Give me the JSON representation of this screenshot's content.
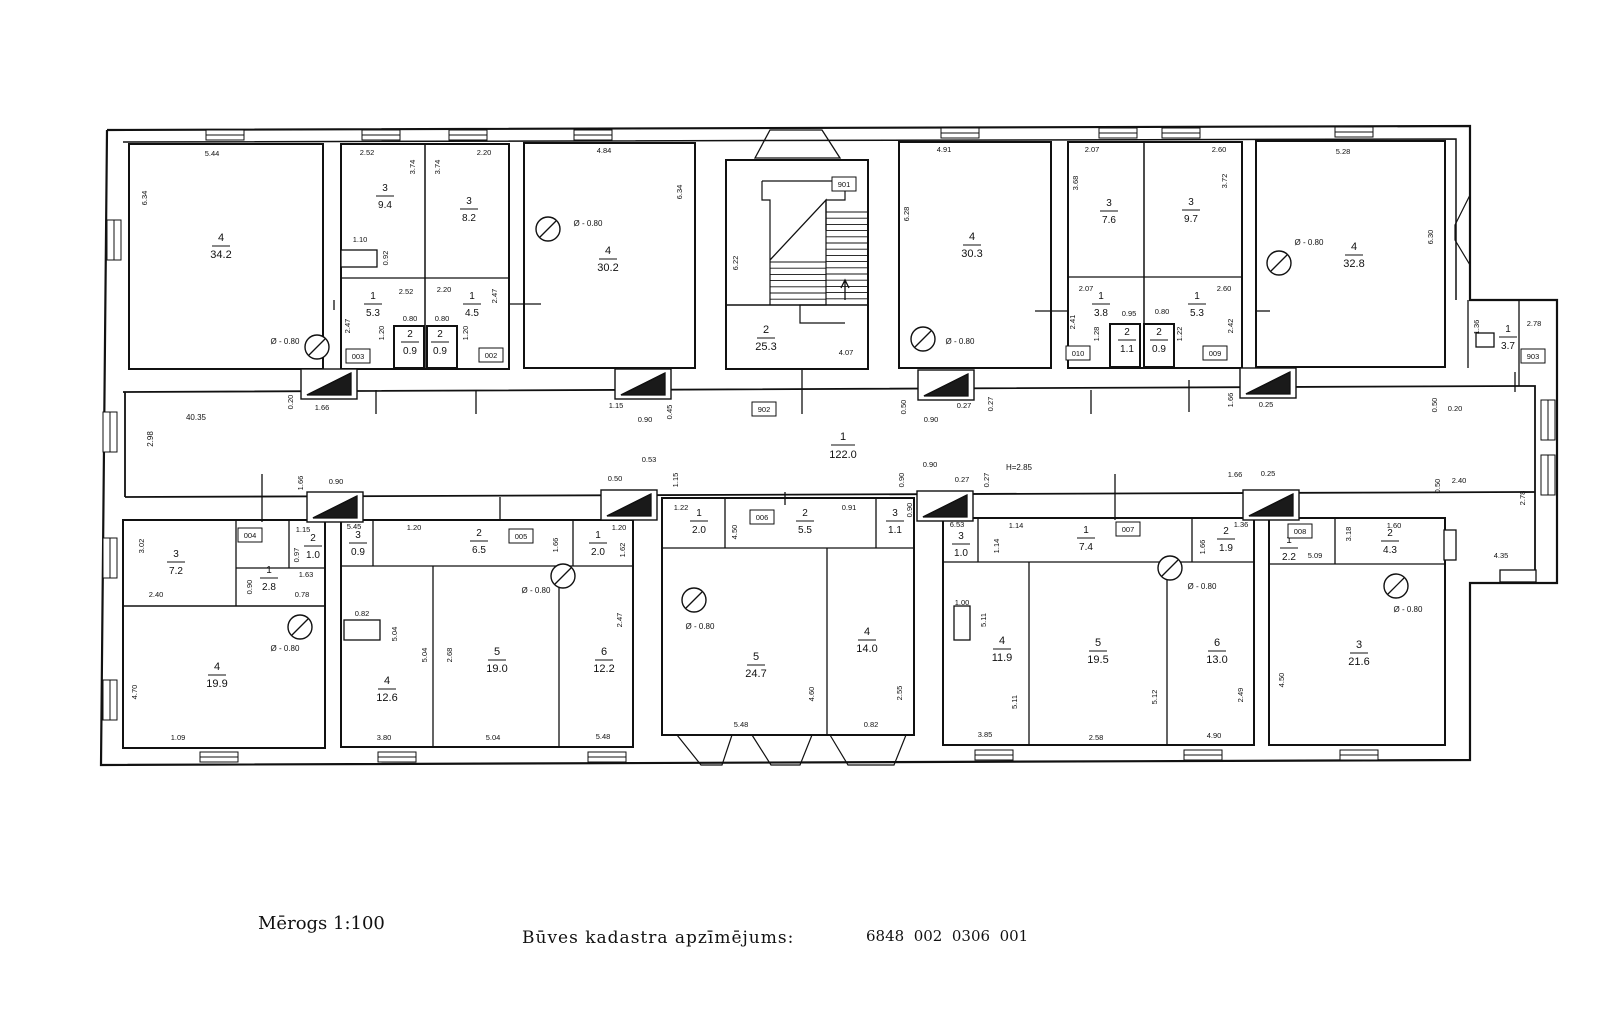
{
  "footer": {
    "scale_label": "Mērogs 1:100",
    "cadastre_label": "Būves kadastra apzīmējums:",
    "cadastre_number": "6848  002  0306  001"
  },
  "corridor": {
    "num": "1",
    "area": "122.0",
    "height": "H=2.85",
    "length": "40.35",
    "width": "2.98"
  },
  "rooms": [
    {
      "id": "r1",
      "num": "4",
      "area": "34.2"
    },
    {
      "id": "r2",
      "num": "3",
      "area": "9.4"
    },
    {
      "id": "r3",
      "num": "3",
      "area": "8.2"
    },
    {
      "id": "r4",
      "num": "1",
      "area": "5.3"
    },
    {
      "id": "r5",
      "num": "1",
      "area": "4.5"
    },
    {
      "id": "r6",
      "num": "2",
      "area": "0.9"
    },
    {
      "id": "r7",
      "num": "2",
      "area": "0.9"
    },
    {
      "id": "r8",
      "num": "4",
      "area": "30.2"
    },
    {
      "id": "r9",
      "num": "2",
      "area": "25.3"
    },
    {
      "id": "r10",
      "num": "4",
      "area": "30.3"
    },
    {
      "id": "r11",
      "num": "3",
      "area": "7.6"
    },
    {
      "id": "r12",
      "num": "3",
      "area": "9.7"
    },
    {
      "id": "r13",
      "num": "1",
      "area": "3.8"
    },
    {
      "id": "r14",
      "num": "1",
      "area": "5.3"
    },
    {
      "id": "r15",
      "num": "2",
      "area": "1.1"
    },
    {
      "id": "r16",
      "num": "2",
      "area": "0.9"
    },
    {
      "id": "r17",
      "num": "4",
      "area": "32.8"
    },
    {
      "id": "r18",
      "num": "1",
      "area": "3.7"
    },
    {
      "id": "r19",
      "num": "3",
      "area": "7.2"
    },
    {
      "id": "r20",
      "num": "1",
      "area": "2.8"
    },
    {
      "id": "r21",
      "num": "2",
      "area": "1.0"
    },
    {
      "id": "r22",
      "num": "4",
      "area": "19.9"
    },
    {
      "id": "r23",
      "num": "3",
      "area": "0.9"
    },
    {
      "id": "r24",
      "num": "2",
      "area": "6.5"
    },
    {
      "id": "r25",
      "num": "1",
      "area": "2.0"
    },
    {
      "id": "r26",
      "num": "4",
      "area": "12.6"
    },
    {
      "id": "r27",
      "num": "5",
      "area": "19.0"
    },
    {
      "id": "r28",
      "num": "6",
      "area": "12.2"
    },
    {
      "id": "r29",
      "num": "1",
      "area": "2.0"
    },
    {
      "id": "r30",
      "num": "2",
      "area": "5.5"
    },
    {
      "id": "r31",
      "num": "3",
      "area": "1.1"
    },
    {
      "id": "r32",
      "num": "5",
      "area": "24.7"
    },
    {
      "id": "r33",
      "num": "4",
      "area": "14.0"
    },
    {
      "id": "r34",
      "num": "3",
      "area": "1.0"
    },
    {
      "id": "r35",
      "num": "1",
      "area": "7.4"
    },
    {
      "id": "r36",
      "num": "2",
      "area": "1.9"
    },
    {
      "id": "r37",
      "num": "4",
      "area": "11.9"
    },
    {
      "id": "r38",
      "num": "5",
      "area": "19.5"
    },
    {
      "id": "r39",
      "num": "6",
      "area": "13.0"
    },
    {
      "id": "r40",
      "num": "1",
      "area": "2.2"
    },
    {
      "id": "r41",
      "num": "2",
      "area": "4.3"
    },
    {
      "id": "r42",
      "num": "3",
      "area": "21.6"
    }
  ],
  "unit_codes": [
    "003",
    "002",
    "901",
    "902",
    "010",
    "009",
    "903",
    "004",
    "005",
    "006",
    "007",
    "008"
  ],
  "chimney_label": "Ø - 0.80",
  "dims": [
    "5.44",
    "6.34",
    "2.52",
    "3.74",
    "3.74",
    "2.20",
    "4.84",
    "6.34",
    "4.91",
    "6.28",
    "2.07",
    "3.68",
    "2.60",
    "3.72",
    "5.28",
    "6.30",
    "1.10",
    "0.92",
    "2.52",
    "2.20",
    "2.47",
    "2.47",
    "0.80",
    "0.80",
    "1.20",
    "1.20",
    "6.22",
    "4.07",
    "2.07",
    "0.95",
    "0.80",
    "2.60",
    "2.41",
    "1.28",
    "1.22",
    "2.42",
    "1.36",
    "2.78",
    "0.20",
    "1.66",
    "1.15",
    "0.90",
    "0.45",
    "0.50",
    "0.90",
    "0.27",
    "0.27",
    "1.66",
    "0.25",
    "0.50",
    "0.20",
    "1.66",
    "0.90",
    "0.53",
    "1.15",
    "0.50",
    "0.90",
    "0.90",
    "0.27",
    "0.27",
    "1.66",
    "0.25",
    "0.50",
    "2.40",
    "3.02",
    "2.40",
    "0.90",
    "1.15",
    "0.97",
    "1.63",
    "0.78",
    "5.45",
    "1.20",
    "1.66",
    "1.20",
    "1.62",
    "1.22",
    "4.50",
    "0.91",
    "0.90",
    "6.53",
    "1.14",
    "1.14",
    "1.66",
    "1.36",
    "3.18",
    "1.60",
    "5.09",
    "2.78",
    "4.35",
    "4.70",
    "1.09",
    "0.82",
    "5.04",
    "5.04",
    "2.68",
    "3.80",
    "5.04",
    "2.47",
    "5.48",
    "4.60",
    "5.48",
    "2.55",
    "0.82",
    "1.00",
    "5.11",
    "5.11",
    "5.12",
    "2.49",
    "3.85",
    "2.58",
    "4.90",
    "4.50"
  ]
}
